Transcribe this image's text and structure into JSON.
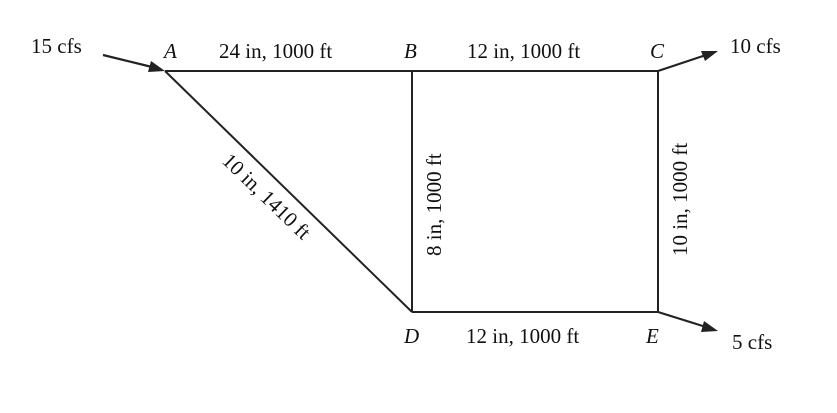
{
  "nodes": {
    "A": "A",
    "B": "B",
    "C": "C",
    "D": "D",
    "E": "E"
  },
  "pipes": {
    "AB": "24 in, 1000 ft",
    "BC": "12 in, 1000 ft",
    "AD": "10 in, 1410 ft",
    "BD": "8 in, 1000 ft",
    "CE": "10 in, 1000 ft",
    "DE": "12 in, 1000 ft"
  },
  "flows": {
    "inflow_A": "15 cfs",
    "outflow_C": "10 cfs",
    "outflow_E": "5 cfs"
  }
}
